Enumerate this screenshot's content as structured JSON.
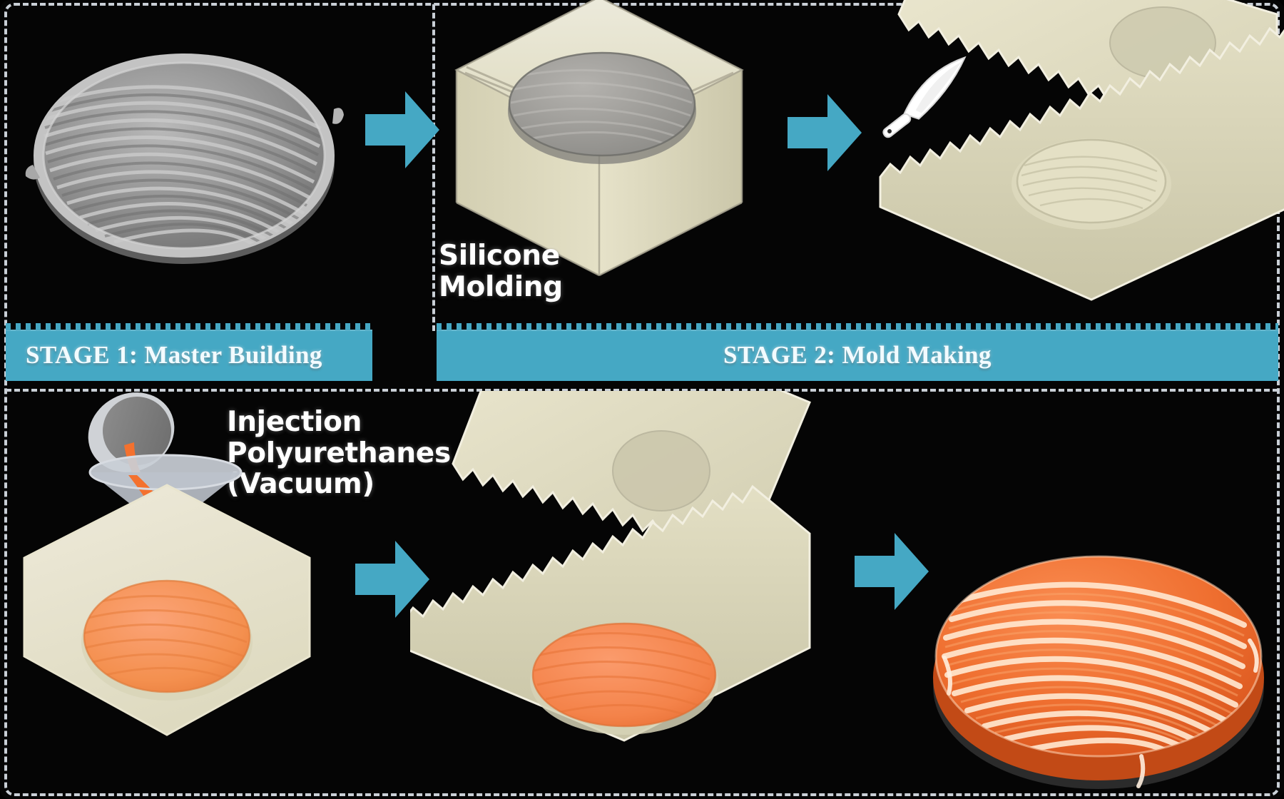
{
  "title": "Silicone Molding / Vacuum Casting Process Flow",
  "background_color": "#050505",
  "theme": {
    "accent_teal": "#45a8c4",
    "mold_beige": "#ddd9bd",
    "mold_beige_light": "#e9e5cc",
    "mold_beige_dark": "#c8c4a6",
    "master_gray": "#9a9a9a",
    "resin_orange": "#f4864a",
    "text_white": "#ffffff",
    "dash_border": "#c9cfd6"
  },
  "stages": [
    {
      "id": "stage-1",
      "banner_label": "STAGE 1: Master Building",
      "banner_align": "left"
    },
    {
      "id": "stage-2",
      "banner_label": "STAGE 2:  Mold Making",
      "banner_align": "center"
    }
  ],
  "labels": {
    "silicone_molding": "Silicone\nMolding",
    "injection_polyurethanes": "Injection\nPolyurethanes\n(Vacuum)"
  },
  "steps": [
    {
      "index": 1,
      "name": "master-pattern",
      "caption": "STAGE 1: Master Building",
      "description": "Gray ridged master disc (fingerprint-like pattern)",
      "color": "#9a9a9a"
    },
    {
      "index": 2,
      "name": "silicone-molding-block",
      "caption": "Silicone Molding",
      "description": "Beige isometric silicone block with master disc embedded",
      "color": "#ddd9bd"
    },
    {
      "index": 3,
      "name": "mold-cutting",
      "caption": "STAGE 2:  Mold Making",
      "description": "Knife cutting the cured silicone block into two zigzag mating halves",
      "color": "#ddd9bd"
    },
    {
      "index": 4,
      "name": "resin-injection",
      "caption": "Injection Polyurethanes (Vacuum)",
      "description": "Orange polyurethane resin poured through a funnel into the closed mold",
      "color": "#f4864a"
    },
    {
      "index": 5,
      "name": "mold-opening",
      "caption": "",
      "description": "Mold halves opened revealing the cured orange cast part",
      "color": "#f4864a"
    },
    {
      "index": 6,
      "name": "finished-part",
      "caption": "",
      "description": "Finished orange polyurethane part with white ridge lines",
      "color": "#f4864a"
    }
  ],
  "arrows": [
    {
      "id": "arrow-1",
      "from": "master-pattern",
      "to": "silicone-molding-block"
    },
    {
      "id": "arrow-2",
      "from": "silicone-molding-block",
      "to": "mold-cutting"
    },
    {
      "id": "arrow-3",
      "from": "resin-injection",
      "to": "mold-opening"
    },
    {
      "id": "arrow-4",
      "from": "mold-opening",
      "to": "finished-part"
    }
  ]
}
